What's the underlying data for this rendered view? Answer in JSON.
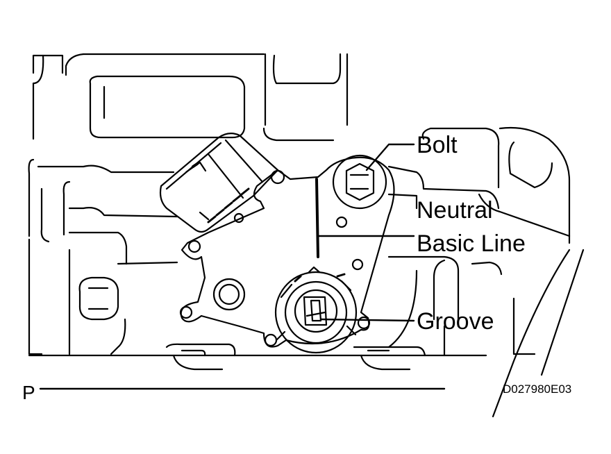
{
  "callouts": {
    "bolt": "Bolt",
    "neutral": "Neutral",
    "basic_line": "Basic Line",
    "groove": "Groove"
  },
  "page_marker": "P",
  "figure_code": "D027980E03",
  "colors": {
    "ink": "#000000",
    "paper": "#ffffff"
  }
}
